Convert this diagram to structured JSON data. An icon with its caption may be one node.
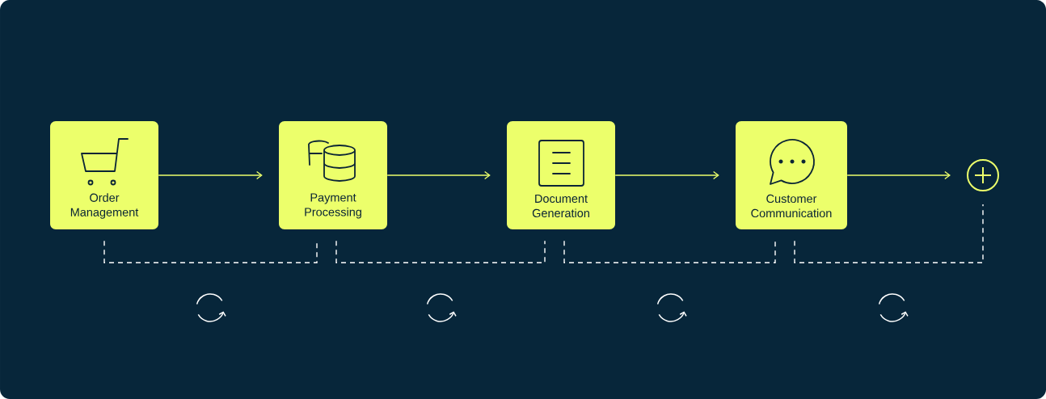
{
  "diagram": {
    "nodes": [
      {
        "text": [
          "Order Management"
        ]
      },
      {
        "text": [
          "Payment Processing"
        ]
      },
      {
        "text": [
          "Document Generation"
        ]
      },
      {
        "text": [
          "Customer Communication"
        ]
      },
      {
        "text": [],
        "shape": "circle"
      }
    ],
    "edges": [
      {
        "from": 0,
        "to": 1,
        "arrow": "to",
        "color": "#ecff6b"
      },
      {
        "from": 1,
        "to": 2,
        "arrow": "to",
        "color": "#ecff6b"
      },
      {
        "from": 2,
        "to": 3,
        "arrow": "to",
        "color": "#ecff6b"
      },
      {
        "from": 3,
        "to": 4,
        "arrow": "to",
        "color": "#ecff6b"
      },
      {
        "from": 0,
        "to": 1,
        "arrow": "none",
        "style": "dashed",
        "color": "#ffffff"
      },
      {
        "from": 1,
        "to": 2,
        "arrow": "none",
        "style": "dashed",
        "color": "#ffffff"
      },
      {
        "from": 2,
        "to": 3,
        "arrow": "none",
        "style": "dashed",
        "color": "#ffffff"
      },
      {
        "from": 3,
        "to": 4,
        "arrow": "none",
        "style": "dashed",
        "color": "#ffffff"
      }
    ]
  }
}
